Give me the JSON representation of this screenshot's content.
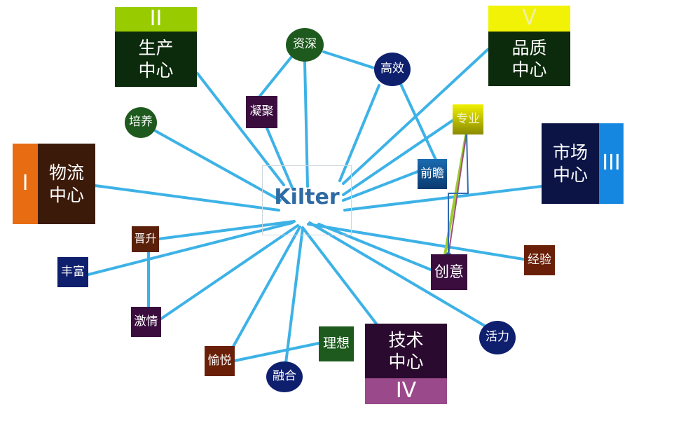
{
  "center": {
    "title": "Kilter"
  },
  "centers": [
    {
      "id": "production",
      "label": "生产\n中心",
      "num": "II",
      "color": "#0c2a0c",
      "num_color": "#99cc00"
    },
    {
      "id": "quality",
      "label": "品质\n中心",
      "num": "V",
      "color": "#0c2a0c",
      "num_color": "#f2f206"
    },
    {
      "id": "market",
      "label": "市场\n中心",
      "num": "III",
      "color": "#0b1444",
      "num_color": "#1687e0"
    },
    {
      "id": "logistics",
      "label": "物流\n中心",
      "num": "I",
      "color": "#3c1a0a",
      "num_color": "#e86d12"
    },
    {
      "id": "tech",
      "label": "技术\n中心",
      "num": "IV",
      "color": "#2a0a2e",
      "num_color": "#9a4a8a"
    }
  ],
  "keywords": [
    {
      "id": "zishen",
      "label": "资深",
      "shape": "circle",
      "color": "#1e5a1e"
    },
    {
      "id": "gaoxiao",
      "label": "高效",
      "shape": "circle",
      "color": "#0e1f6e"
    },
    {
      "id": "peiyang",
      "label": "培养",
      "shape": "circle",
      "color": "#1e5a1e"
    },
    {
      "id": "ningju",
      "label": "凝聚",
      "shape": "square",
      "color": "#3b0d3f"
    },
    {
      "id": "zhuanye",
      "label": "专业",
      "shape": "square",
      "color": "#d8d800"
    },
    {
      "id": "qianzhan",
      "label": "前瞻",
      "shape": "square",
      "color": "#0e4a86"
    },
    {
      "id": "jinsheng",
      "label": "晋升",
      "shape": "square",
      "color": "#5a200a"
    },
    {
      "id": "fengfu",
      "label": "丰富",
      "shape": "square",
      "color": "#0e1f6e"
    },
    {
      "id": "chuangyi",
      "label": "创意",
      "shape": "square",
      "color": "#3b0d3f"
    },
    {
      "id": "jingyan",
      "label": "经验",
      "shape": "square",
      "color": "#6a2008"
    },
    {
      "id": "jiqing",
      "label": "激情",
      "shape": "square",
      "color": "#3b0d3f"
    },
    {
      "id": "yuyue",
      "label": "愉悦",
      "shape": "square",
      "color": "#6a2008"
    },
    {
      "id": "lixiang",
      "label": "理想",
      "shape": "square",
      "color": "#1e5a1e"
    },
    {
      "id": "ronghe",
      "label": "融合",
      "shape": "circle",
      "color": "#0e1f6e"
    },
    {
      "id": "huoli",
      "label": "活力",
      "shape": "circle",
      "color": "#0e1f6e"
    }
  ],
  "colors": {
    "link": "#3db2e6",
    "zhuanye_link_green": "#9acd32",
    "zhuanye_link_purple": "#a0507a",
    "zhuanye_link_blue": "#2f6bb0"
  }
}
